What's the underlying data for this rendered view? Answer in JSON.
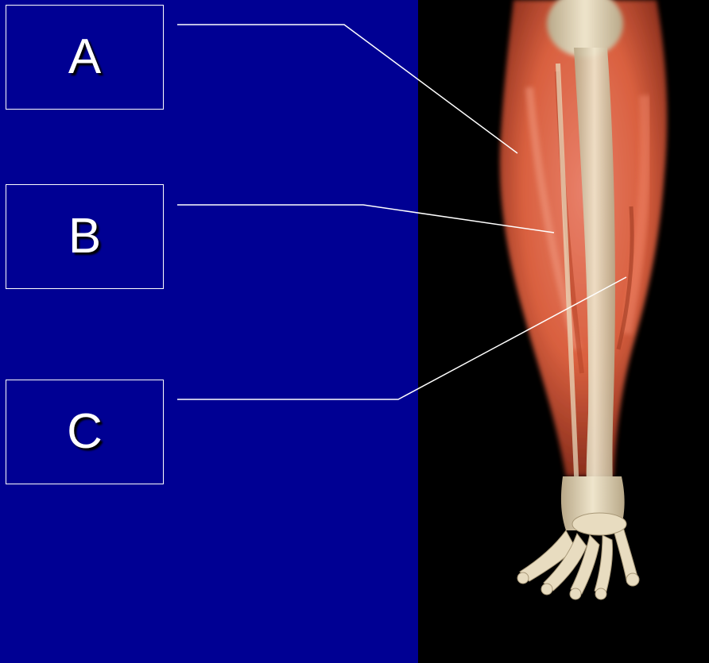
{
  "labels": {
    "a": "A",
    "b": "B",
    "c": "C"
  },
  "colors": {
    "background": "#000093",
    "image_background": "#000000",
    "leader_line": "#ffffff",
    "muscle": "#d9603f",
    "bone": "#e8dcc0"
  }
}
